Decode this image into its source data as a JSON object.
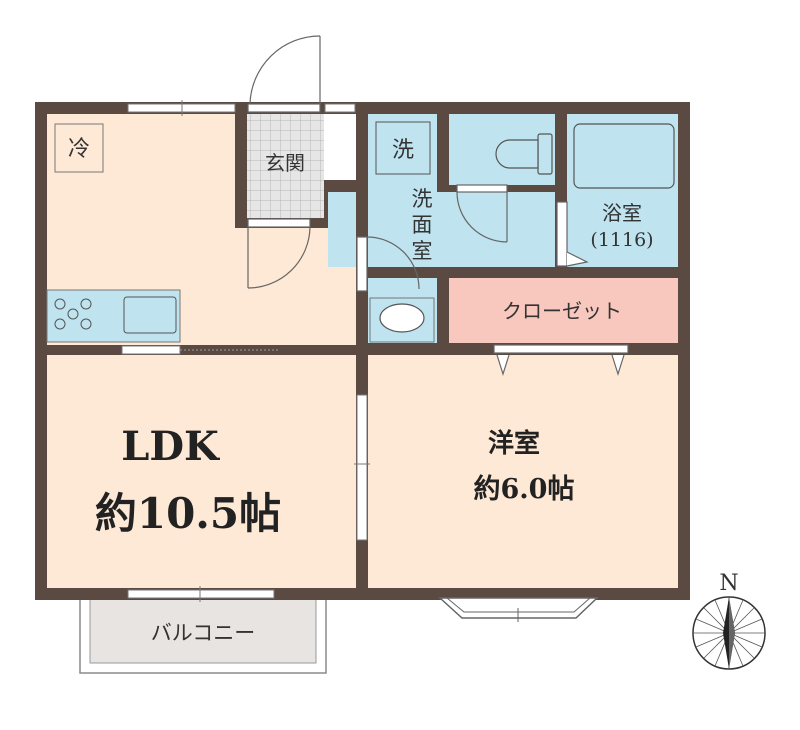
{
  "rooms": {
    "ldk": {
      "name": "LDK",
      "size": "約10.5帖"
    },
    "western": {
      "name": "洋室",
      "size": "約6.0帖"
    },
    "closet": "クローゼット",
    "bath": {
      "name": "浴室",
      "size": "(1116)"
    },
    "washroom": [
      "洗",
      "面",
      "室"
    ],
    "entrance": "玄関",
    "balcony": "バルコニー"
  },
  "fixtures": {
    "fridge": "冷",
    "washer": "洗"
  },
  "compass": {
    "north": "N"
  },
  "colors": {
    "wall": "#5a4a42",
    "ldk_floor": "#fde9d5",
    "wet_area": "#bfe3ef",
    "closet": "#f8c7bd",
    "balcony": "#e8e4e2",
    "entrance_tile": "#d9d9d9"
  }
}
